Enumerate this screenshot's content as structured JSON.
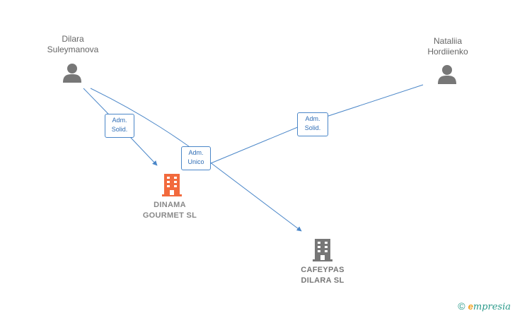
{
  "persons": [
    {
      "id": "p1",
      "name": "Dilara\nSuleymanova",
      "icon": "person-icon"
    },
    {
      "id": "p2",
      "name": "Nataliia\nHordiienko",
      "icon": "person-icon"
    }
  ],
  "companies": [
    {
      "id": "c1",
      "name": "DINAMA\nGOURMET  SL",
      "icon": "building-icon",
      "color": "#f26a3d"
    },
    {
      "id": "c2",
      "name": "CAFEYPAS\nDILARA  SL",
      "icon": "building-icon",
      "color": "#777777"
    }
  ],
  "edges": [
    {
      "from": "p1",
      "to": "c1",
      "label": "Adm.\nSolid."
    },
    {
      "from": "p1",
      "to": "c2",
      "label": "Adm.\nUnico"
    },
    {
      "from": "p2",
      "to": "c2",
      "label": "Adm.\nSolid."
    }
  ],
  "colors": {
    "edge": "#4a86c8",
    "person": "#777777"
  },
  "footer": {
    "copyright": "©",
    "brand_initial": "e",
    "brand_rest": "mpresia"
  }
}
